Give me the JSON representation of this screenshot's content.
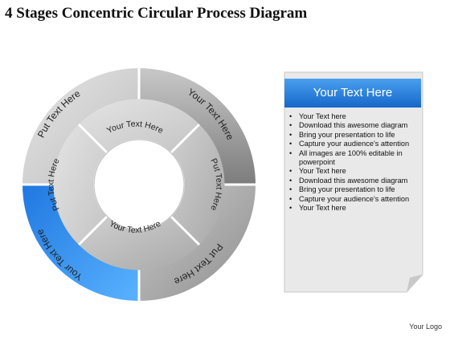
{
  "title": "4 Stages Concentric Circular Process Diagram",
  "outer_ring": {
    "labels": [
      "Your Text Here",
      "Put Text Here",
      "Your Text Here",
      "Put Text Here"
    ]
  },
  "inner_ring": {
    "labels": [
      "Your Text Here",
      "Put Text Here",
      "Your Text Here",
      "Put Text Here"
    ]
  },
  "colors": {
    "highlight": "#2f8cf2",
    "header_blue": "#1b6fd6",
    "gray_dark": "#8a8a8a",
    "gray_mid": "#b4b4b4",
    "gray_light": "#d8d8d8"
  },
  "panel": {
    "header": "Your Text Here",
    "items": [
      "Your Text here",
      "Download this awesome diagram",
      "Bring your presentation to life",
      "Capture your audience's attention",
      "All images are 100% editable in powerpoint",
      "Your Text here",
      "Download this awesome diagram",
      "Bring your presentation to life",
      "Capture your audience's attention",
      "Your Text here"
    ]
  },
  "footer": {
    "logo": "Your Logo"
  }
}
